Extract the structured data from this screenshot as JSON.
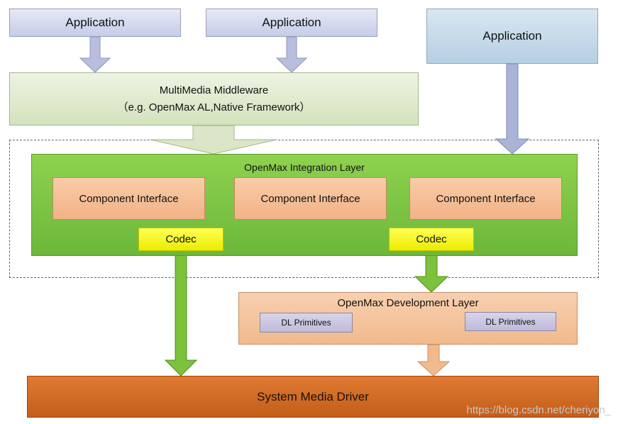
{
  "applications": [
    "Application",
    "Application",
    "Application"
  ],
  "middleware": {
    "title": "MultiMedia Middleware",
    "subtitle": "（e.g. OpenMax AL,Native Framework）"
  },
  "integration_layer": {
    "title": "OpenMax Integration Layer",
    "components": [
      "Component Interface",
      "Component Interface",
      "Component Interface"
    ],
    "codecs": [
      "Codec",
      "Codec"
    ]
  },
  "development_layer": {
    "title": "OpenMax Development Layer",
    "primitives": [
      "DL Primitives",
      "DL Primitives"
    ]
  },
  "driver": {
    "label": "System Media Driver"
  },
  "watermark": "https://blog.csdn.net/cheriyon_",
  "colors": {
    "application": "#c6cce8",
    "application_blue": "#b6cfe2",
    "middleware": "#d4e2bd",
    "integration_layer": "#6cb83a",
    "component_interface": "#f2b287",
    "codec": "#ecec00",
    "development_layer": "#f2b98c",
    "dl_primitives": "#bfbbda",
    "driver": "#c35e1a"
  }
}
